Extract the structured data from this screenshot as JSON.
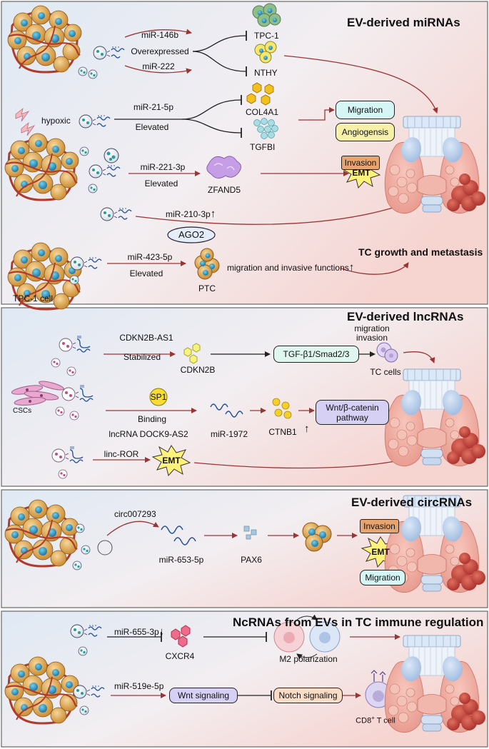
{
  "panels": {
    "mirna": {
      "title": "EV-derived miRNAs",
      "mir146b": "miR-146b",
      "overexpressed": "Overexpressed",
      "mir222": "miR-222",
      "tpc1": "TPC-1",
      "nthy": "NTHY",
      "hypoxic": "hypoxic",
      "mir21": "miR-21-5p",
      "elevated1": "Elevated",
      "col4a1": "COL4A1",
      "tgfbi": "TGFBI",
      "migration": "Migration",
      "angiogenesis": "Angiogensis",
      "mir221": "miR-221-3p",
      "elevated2": "Elevated",
      "zfand5": "ZFAND5",
      "invasion": "Invasion",
      "emt": "EMT",
      "mir210": "miR-210-3p",
      "mir210_arrow": "↑",
      "ago2": "AGO2",
      "mir423": "miR-423-5p",
      "elevated3": "Elevated",
      "ptc": "PTC",
      "migration_invasive": "migration and invasive functions",
      "migration_invasive_arrow": "↑",
      "tc_growth": "TC growth and metastasis",
      "tpc1_cell": "TPC-1 cell"
    },
    "lncrna": {
      "title": "EV-derived lncRNAs",
      "cdkn2b_as1": "CDKN2B-AS1",
      "stabilized": "Stabilized",
      "cdkn2b": "CDKN2B",
      "tgfb": "TGF-β1/Smad2/3",
      "migration": "migration",
      "invasion": "invasion",
      "tc_cells": "TC cells",
      "cscs": "CSCs",
      "sp1": "SP1",
      "binding": "Binding",
      "dock9": "lncRNA DOCK9-AS2",
      "mir1972": "miR-1972",
      "ctnb1": "CTNB1",
      "ctnb1_arrow": "↑",
      "wnt_line1": "Wnt/β-catenin",
      "wnt_line2": "pathway",
      "linc_ror": "linc-ROR",
      "emt": "EMT"
    },
    "circrna": {
      "title": "EV-derived circRNAs",
      "circ": "circ007293",
      "mir653": "miR-653-5p",
      "pax6": "PAX6",
      "invasion": "Invasion",
      "emt": "EMT",
      "migration": "Migration"
    },
    "immune": {
      "title": "NcRNAs from EVs in TC immune regulation",
      "mir655": "miR-655-3p",
      "mir655_arrow": "↓",
      "cxcr4": "CXCR4",
      "m2": "M2 polarization",
      "mir519": "miR-519e-5p",
      "wnt": "Wnt signaling",
      "notch": "Notch signaling",
      "cd8": "CD8",
      "cd8_sup": "+",
      "tcell": " T cell"
    }
  },
  "colors": {
    "panel_grad_start": "#dfe9f4",
    "panel_grad_end": "#f6d9d6",
    "arrow": "#9b3535",
    "migration_box": "#d6f5f5",
    "angiogenesis_box": "#f7f0a8",
    "invasion_box": "#e8a46e",
    "tgf_box": "#dff7ee",
    "wnt_box": "#d6d0f4",
    "notch_box": "#f8dcc6",
    "emt_star": "#fff27a"
  }
}
